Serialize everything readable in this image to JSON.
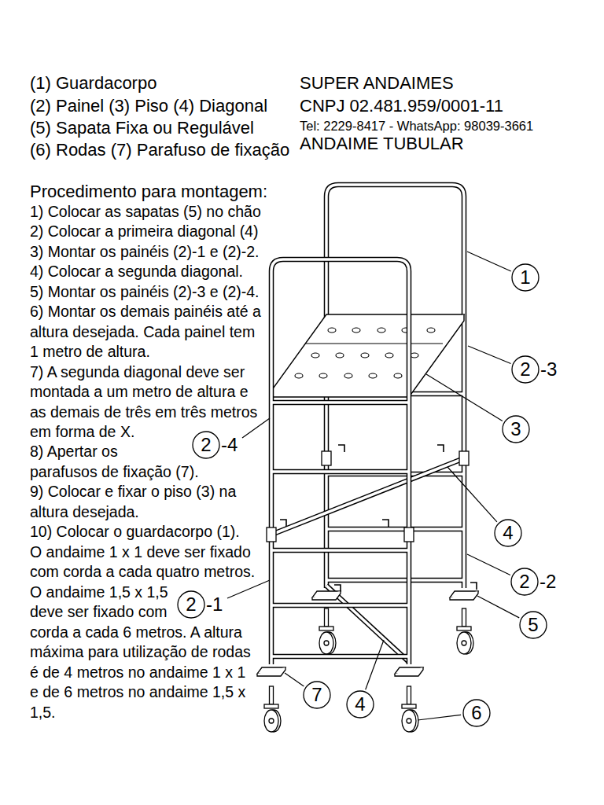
{
  "diagram": {
    "nodes": [
      {
        "text": [
          "1"
        ]
      },
      {
        "text": [
          "2",
          "-3"
        ]
      },
      {
        "text": [
          "3"
        ]
      },
      {
        "text": [
          "2",
          "-4"
        ]
      },
      {
        "text": [
          "4"
        ]
      },
      {
        "text": [
          "2",
          "-2"
        ]
      },
      {
        "text": [
          "2",
          "-1"
        ]
      },
      {
        "text": [
          "5"
        ]
      },
      {
        "text": [
          "7"
        ]
      },
      {
        "text": [
          "4"
        ]
      },
      {
        "text": [
          "6"
        ]
      }
    ],
    "labels": [
      "(1) Guardacorpo",
      "(2) Painel (3) Piso (4) Diagonal",
      "(5) Sapata Fixa ou Regulável",
      "(6) Rodas (7) Parafuso de fixação",
      "SUPER ANDAIMES",
      "CNPJ 02.481.959/0001-11",
      "Tel: 2229-8417 - WhatsApp: 98039-3661",
      "ANDAIME TUBULAR",
      "Procedimento para montagem:",
      "1) Colocar as sapatas (5) no chão",
      "2) Colocar a primeira diagonal (4)",
      "3) Montar os painéis (2)-1 e (2)-2.",
      "4) Colocar a segunda diagonal.",
      "5) Montar os painéis (2)-3 e (2)-4.",
      "6) Montar os demais painéis até a altura desejada. Cada painel tem 1 metro de altura.",
      "7) A segunda diagonal deve ser montada a um metro de altura e as demais de três em três metros em forma de X.",
      "8) Apertar os parafusos de fixação (7).",
      "9) Colocar e fixar o piso (3) na altura desejada.",
      "10) Colocar o guardacorpo (1).",
      "O andaime 1 x 1 deve ser fixado com corda a cada quatro metros. O andaime 1,5 x 1,5 deve ser fixado com corda a cada 6 metros. A altura máxima para utilização de rodas é de 4 metros no andaime 1 x 1 e de 6 metros no andaime 1,5 x 1,5."
    ]
  }
}
